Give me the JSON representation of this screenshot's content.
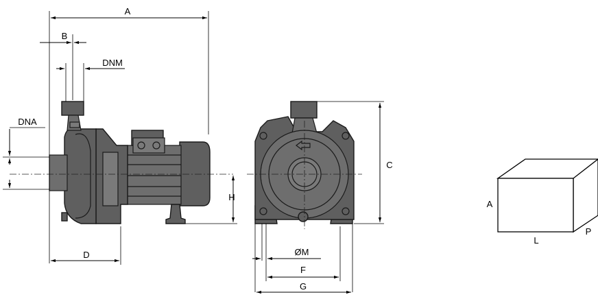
{
  "side_view": {
    "labels": {
      "A": "A",
      "B": "B",
      "DNM": "DNM",
      "DNA": "DNA",
      "D": "D",
      "H": "H"
    }
  },
  "front_view": {
    "labels": {
      "C": "C",
      "OM": "ØM",
      "F": "F",
      "G": "G"
    }
  },
  "package_box": {
    "labels": {
      "A": "A",
      "L": "L",
      "P": "P"
    }
  },
  "colors": {
    "pump_body": "#5f5f5f",
    "line": "#000000"
  }
}
